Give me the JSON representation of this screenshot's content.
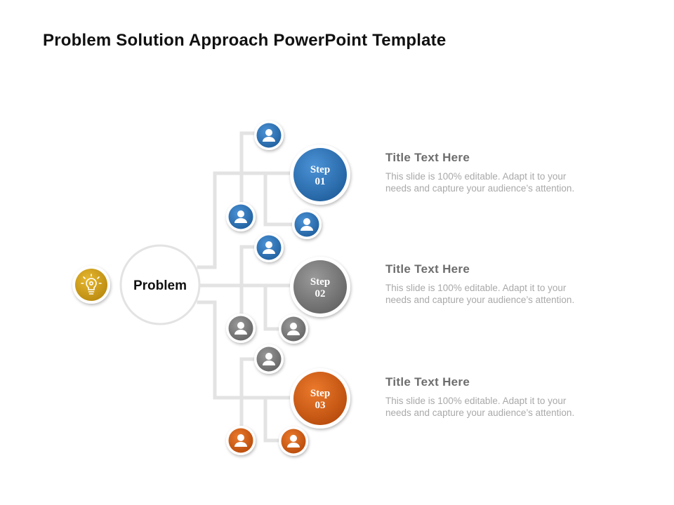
{
  "title": "Problem Solution Approach PowerPoint Template",
  "problem": {
    "label": "Problem",
    "icon": "lightbulb-gear-icon",
    "icon_color": "#d4a21a"
  },
  "colors": {
    "connector": "#e3e3e3",
    "node_ring": "#ffffff"
  },
  "steps": [
    {
      "line1": "Step",
      "line2": "01",
      "color": "#2e74b8",
      "title": "Title Text Here",
      "body": "This slide is 100% editable.  Adapt it to your needs and capture your audience’s attention."
    },
    {
      "line1": "Step",
      "line2": "02",
      "color": "#7b7b7b",
      "title": "Title Text Here",
      "body": "This slide is 100% editable.  Adapt it to your needs and capture your audience’s attention."
    },
    {
      "line1": "Step",
      "line2": "03",
      "color": "#d35f17",
      "title": "Title Text Here",
      "body": "This slide is 100% editable.  Adapt it to your needs and capture your audience’s attention."
    }
  ],
  "person_icon": "person-icon"
}
